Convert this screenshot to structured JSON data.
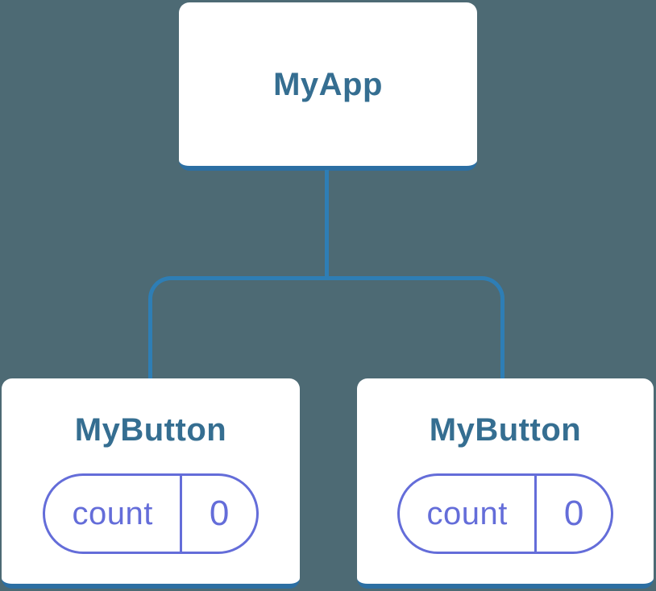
{
  "tree": {
    "root": {
      "label": "MyApp"
    },
    "children": [
      {
        "label": "MyButton",
        "state": {
          "key": "count",
          "value": "0"
        }
      },
      {
        "label": "MyButton",
        "state": {
          "key": "count",
          "value": "0"
        }
      }
    ]
  },
  "colors": {
    "background": "#4D6A74",
    "connector": "#2E7EB5",
    "box_border": "#2C6FA3",
    "box_bg": "#FFFFFF",
    "label_text": "#356E91",
    "state_accent": "#646DD9"
  }
}
